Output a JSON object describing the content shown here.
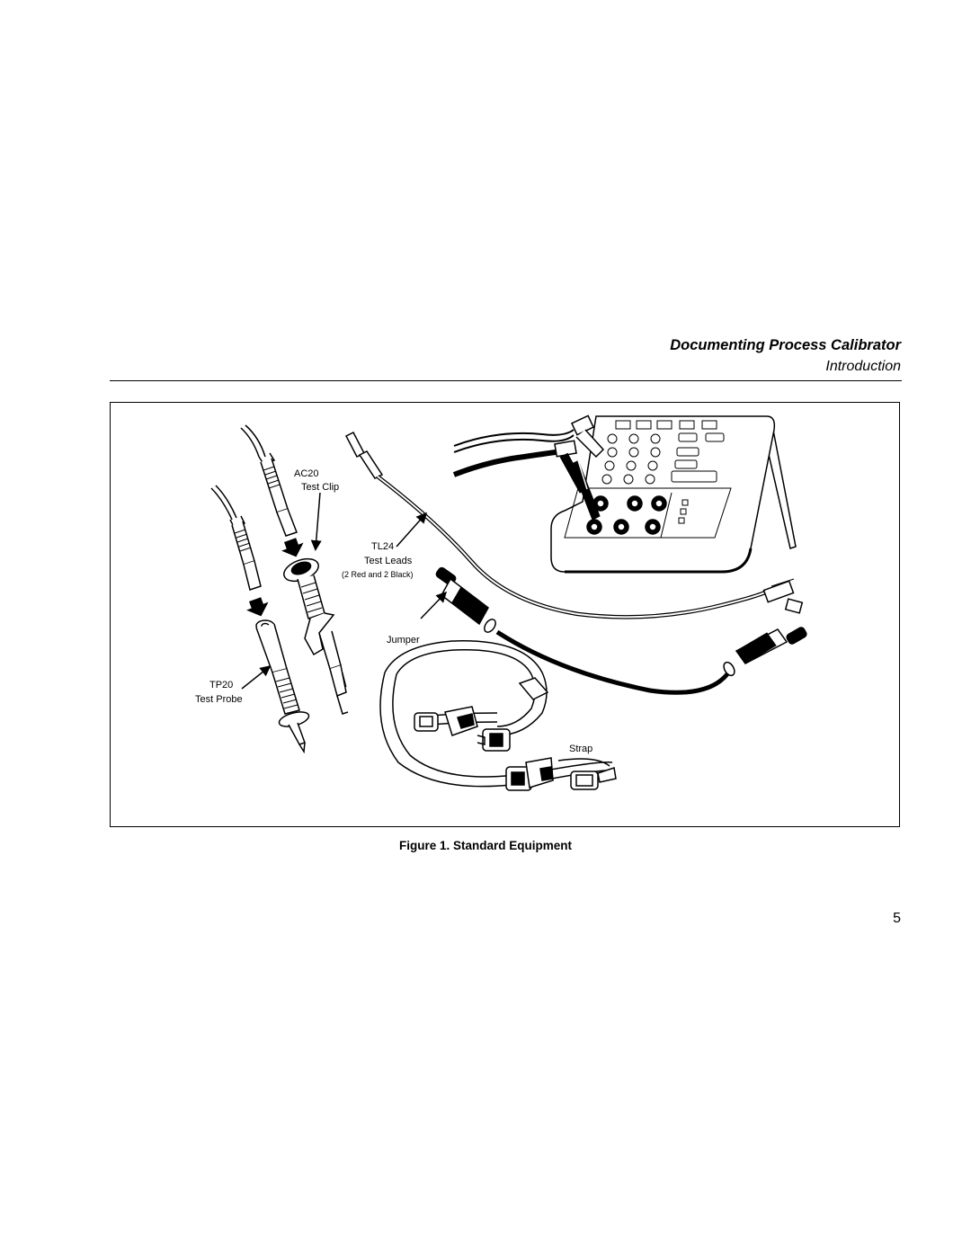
{
  "header": {
    "title": "Documenting Process Calibrator",
    "subtitle": "Introduction"
  },
  "figure": {
    "labels": {
      "ac20_model": "AC20",
      "ac20_name": "Test Clip",
      "tl24_model": "TL24",
      "tl24_name": "Test Leads",
      "tl24_note": "(2 Red and 2 Black)",
      "jumper": "Jumper",
      "tp20_model": "TP20",
      "tp20_name": "Test Probe",
      "strap": "Strap"
    },
    "caption": "Figure 1. Standard Equipment"
  },
  "page_number": "5"
}
